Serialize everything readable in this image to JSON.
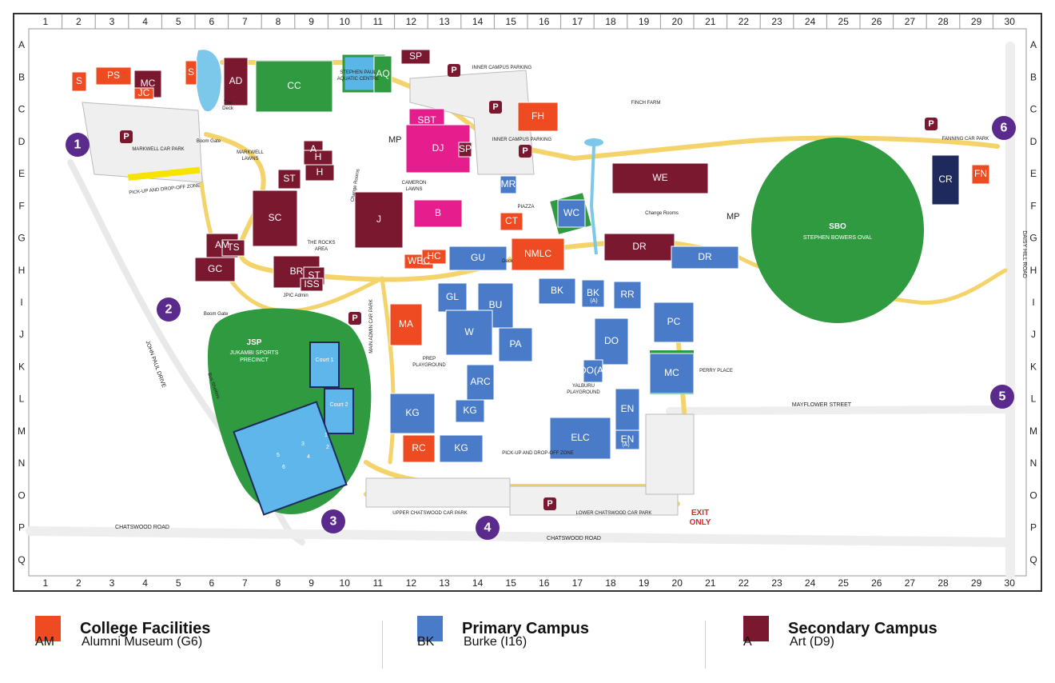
{
  "map": {
    "columns": [
      "1",
      "2",
      "3",
      "4",
      "5",
      "6",
      "7",
      "8",
      "9",
      "10",
      "11",
      "12",
      "13",
      "14",
      "15",
      "16",
      "17",
      "18",
      "19",
      "20",
      "21",
      "22",
      "23",
      "24",
      "25",
      "26",
      "27",
      "28",
      "29",
      "30"
    ],
    "rows": [
      "A",
      "B",
      "C",
      "D",
      "E",
      "F",
      "G",
      "H",
      "I",
      "J",
      "K",
      "L",
      "M",
      "N",
      "O",
      "P",
      "Q"
    ],
    "colors": {
      "college": "#ef4b22",
      "primary": "#4a7bc8",
      "secondary": "#7a1830",
      "green": "#2f9a3f",
      "road": "#f3d36a",
      "pink": "#e61d8c",
      "navy": "#1f2a5c"
    },
    "buildings": [
      {
        "code": "S",
        "cat": "college"
      },
      {
        "code": "PS",
        "cat": "college"
      },
      {
        "code": "MC",
        "cat": "secondary"
      },
      {
        "code": "JC",
        "cat": "college"
      },
      {
        "code": "S",
        "cat": "college"
      },
      {
        "code": "AD",
        "cat": "secondary"
      },
      {
        "code": "CC",
        "cat": "green"
      },
      {
        "code": "AQ",
        "cat": "green"
      },
      {
        "code": "SP",
        "cat": "secondary"
      },
      {
        "code": "FH",
        "cat": "college"
      },
      {
        "code": "SBT",
        "cat": "pink"
      },
      {
        "code": "DJ",
        "cat": "pink"
      },
      {
        "code": "SP",
        "cat": "secondary"
      },
      {
        "code": "A",
        "cat": "secondary"
      },
      {
        "code": "H",
        "cat": "secondary"
      },
      {
        "code": "H",
        "cat": "secondary"
      },
      {
        "code": "ST",
        "cat": "secondary"
      },
      {
        "code": "SC",
        "cat": "secondary"
      },
      {
        "code": "J",
        "cat": "secondary"
      },
      {
        "code": "B",
        "cat": "pink"
      },
      {
        "code": "MR",
        "cat": "primary"
      },
      {
        "code": "CT",
        "cat": "college"
      },
      {
        "code": "WC",
        "cat": "primary"
      },
      {
        "code": "WE",
        "cat": "secondary"
      },
      {
        "code": "DR",
        "cat": "secondary"
      },
      {
        "code": "DR",
        "cat": "primary"
      },
      {
        "code": "CR",
        "cat": "navy"
      },
      {
        "code": "FN",
        "cat": "college"
      },
      {
        "code": "AM",
        "cat": "secondary"
      },
      {
        "code": "TS",
        "cat": "secondary"
      },
      {
        "code": "GC",
        "cat": "secondary"
      },
      {
        "code": "BR",
        "cat": "secondary"
      },
      {
        "code": "ST",
        "cat": "secondary"
      },
      {
        "code": "ISS",
        "cat": "secondary"
      },
      {
        "code": "WBC",
        "cat": "college"
      },
      {
        "code": "HC",
        "cat": "college"
      },
      {
        "code": "GU",
        "cat": "primary"
      },
      {
        "code": "NMLC",
        "cat": "college"
      },
      {
        "code": "BK",
        "cat": "primary"
      },
      {
        "code": "BK",
        "cat": "primary"
      },
      {
        "code": "RR",
        "cat": "primary"
      },
      {
        "code": "GL",
        "cat": "primary"
      },
      {
        "code": "BU",
        "cat": "primary"
      },
      {
        "code": "MA",
        "cat": "college"
      },
      {
        "code": "W",
        "cat": "primary"
      },
      {
        "code": "PA",
        "cat": "primary"
      },
      {
        "code": "DO",
        "cat": "primary"
      },
      {
        "code": "PC",
        "cat": "primary"
      },
      {
        "code": "MC",
        "cat": "primary"
      },
      {
        "code": "ARC",
        "cat": "primary"
      },
      {
        "code": "DO(A)",
        "cat": "primary"
      },
      {
        "code": "KG",
        "cat": "primary"
      },
      {
        "code": "KG",
        "cat": "primary"
      },
      {
        "code": "EN",
        "cat": "primary"
      },
      {
        "code": "EN",
        "cat": "primary"
      },
      {
        "code": "ELC",
        "cat": "primary"
      },
      {
        "code": "RC",
        "cat": "college"
      },
      {
        "code": "KG",
        "cat": "primary"
      }
    ],
    "sub_labels": {
      "bk_a": "(A)",
      "en_a": "(A)"
    },
    "fields": {
      "sbo_code": "SBO",
      "sbo_name": "STEPHEN BOWERS OVAL",
      "jsp_code": "JSP",
      "jsp_name_1": "JUKAMBI SPORTS",
      "jsp_name_2": "PRECINCT",
      "court1": "Court 1",
      "court2": "Court 2",
      "court_numbers": [
        "1",
        "2",
        "3",
        "4",
        "5",
        "6"
      ]
    },
    "places": {
      "aquatic_1": "STEPHEN PAUL",
      "aquatic_2": "AQUATIC CENTRE",
      "the_deck_1": "The",
      "the_deck_2": "Deck",
      "markwell_lawns_1": "MARKWELL",
      "markwell_lawns_2": "LAWNS",
      "markwell_car_park": "MARKWELL CAR PARK",
      "boom_gate": "Boom Gate",
      "pickup_zone": "PICK-UP AND DROP-OFF ZONE",
      "inner_parking_1": "INNER CAMPUS PARKING",
      "inner_parking_2": "INNER CAMPUS PARKING",
      "finch_farm": "FINCH FARM",
      "cameron_lawns_1": "CAMERON",
      "cameron_lawns_2": "LAWNS",
      "piazza": "PIAZZA",
      "change_rooms": "Change Rooms",
      "rocks_area_1": "THE ROCKS",
      "rocks_area_2": "AREA",
      "jpic_admin": "JPIC Admin",
      "main_admin_car_park": "MAIN ADMIN CAR PARK",
      "prep_playground_1": "PREP",
      "prep_playground_2": "PLAYGROUND",
      "yalburu_1": "YALBURU",
      "yalburu_2": "PLAYGROUND",
      "perry_place": "PERRY PLACE",
      "mayflower_street": "MAYFLOWER STREET",
      "pickup_zone_2": "PICK-UP AND DROP-OFF ZONE",
      "upper_car_park": "UPPER CHATSWOOD CAR PARK",
      "lower_car_park": "LOWER CHATSWOOD CAR PARK",
      "chatswood_road_1": "CHATSWOOD ROAD",
      "chatswood_road_2": "CHATSWOOD ROAD",
      "john_paul_drive": "JOHN PAUL DRIVE",
      "daisy_hill_road": "DAISY HILL ROAD",
      "fanning_car_park": "FANNING CAR PARK",
      "exit_1": "EXIT",
      "exit_2": "ONLY",
      "mp": "MP",
      "mp2": "MP",
      "deck": "Deck",
      "bus_shelters": "Bus Shelters",
      "change_rooms_2": "Change Rooms"
    },
    "parking_symbol": "P",
    "entrances": [
      "1",
      "2",
      "3",
      "4",
      "5",
      "6"
    ]
  },
  "legend": [
    {
      "title": "College Facilities",
      "color": "#ef4b22",
      "entry_code": "AM",
      "entry_name": "Alumni Museum (G6)"
    },
    {
      "title": "Primary Campus",
      "color": "#4a7bc8",
      "entry_code": "BK",
      "entry_name": "Burke (I16)"
    },
    {
      "title": "Secondary Campus",
      "color": "#7a1830",
      "entry_code": "A",
      "entry_name": "Art (D9)"
    }
  ]
}
